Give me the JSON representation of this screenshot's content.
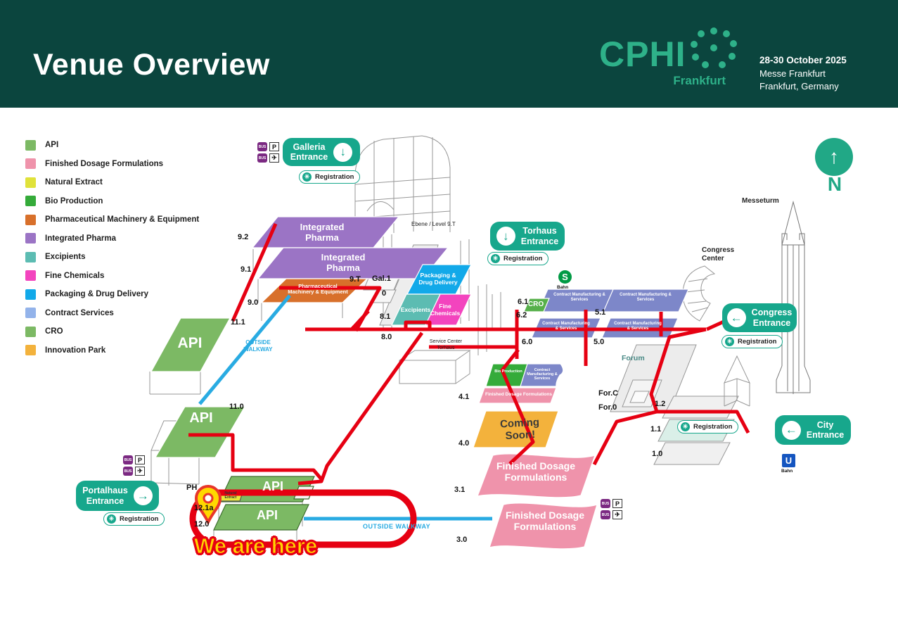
{
  "header": {
    "title": "Venue Overview",
    "brand": "CPHI",
    "brand_city": "Frankfurt",
    "event_dates": "28-30 October 2025",
    "event_venue": "Messe Frankfurt",
    "event_location": "Frankfurt, Germany"
  },
  "colors": {
    "header_bg": "#0b453e",
    "brand_green": "#2eb189",
    "entrance_green": "#17a78c",
    "route_red": "#e60012",
    "walkway_blue": "#29abe2",
    "marker_yellow": "#ffd500"
  },
  "legend": {
    "items": [
      {
        "label": "API",
        "color": "#7cb964"
      },
      {
        "label": "Finished Dosage Formulations",
        "color": "#ef93ab"
      },
      {
        "label": "Natural Extract",
        "color": "#e0e23a"
      },
      {
        "label": "Bio Production",
        "color": "#35ab3a"
      },
      {
        "label": "Pharmaceutical Machinery & Equipment",
        "color": "#d8702b"
      },
      {
        "label": "Integrated Pharma",
        "color": "#9b74c5"
      },
      {
        "label": "Excipients",
        "color": "#5cbcb2"
      },
      {
        "label": "Fine Chemicals",
        "color": "#f344be"
      },
      {
        "label": "Packaging & Drug Delivery",
        "color": "#12a9e9"
      },
      {
        "label": "Contract Services",
        "color": "#93b3ea"
      },
      {
        "label": "CRO",
        "color": "#7cb964"
      },
      {
        "label": "Innovation Park",
        "color": "#f3b23c"
      }
    ]
  },
  "compass": {
    "label": "N"
  },
  "icons": {
    "arrow_down": "↓",
    "arrow_left": "←",
    "arrow_right": "→",
    "arrow_up": "↑",
    "registration": "✳"
  },
  "entrances": {
    "word": "Entrance",
    "galleria": "Galleria",
    "torhaus": "Torhaus",
    "congress": "Congress",
    "city": "City",
    "portalhaus": "Portalhaus"
  },
  "registration": {
    "label": "Registration"
  },
  "transit": {
    "bus": "BUS",
    "parking": "P",
    "plane": "✈",
    "sbahn_letter": "S",
    "ubahn_letter": "U",
    "bahn": "Bahn"
  },
  "landmarks": {
    "messeturm": "Messeturm",
    "congress_center": "Congress Center",
    "forum": "Forum",
    "service_center": "Service Center Torhaus",
    "level": "Ebene / Level 9.T",
    "outside_walkway": "OUTSIDE WALKWAY"
  },
  "halls": {
    "api": "API",
    "integrated_pharma": "Integrated Pharma",
    "pharma_machinery": "Pharmaceutical Machinery & Equipment",
    "packaging": "Packaging & Drug Delivery",
    "excipients": "Excipients",
    "fine_chemicals": "Fine Chemicals",
    "contract_manufacturing": "Contract Manufacturing & Services",
    "cro": "CRO",
    "bio_production": "Bio Production",
    "finished_dosage": "Finished Dosage Formulations",
    "natural_extract": "Natural Extract",
    "coming_soon": "Coming Soon!"
  },
  "hall_numbers": {
    "h9_2": "9.2",
    "h9_1": "9.1",
    "h9_0": "9.0",
    "h9_t": "9.T",
    "gal_1": "Gal.1",
    "h0": "0",
    "h8_1": "8.1",
    "h8_0": "8.0",
    "h11_1": "11.1",
    "h11_0": "11.0",
    "h6_1": "6.1",
    "h6_2": "6.2",
    "h6_0": "6.0",
    "h5_1": "5.1",
    "h5_0": "5.0",
    "h4_1": "4.1",
    "h4_0": "4.0",
    "h3_1": "3.1",
    "h3_0": "3.0",
    "for_c": "For.C",
    "for_0": "For.0",
    "h1_2": "1.2",
    "h1_1": "1.1",
    "h1_0": "1.0",
    "ph": "PH",
    "h12_1a": "12.1a",
    "h12_0": "12.0"
  },
  "marker": {
    "we_are_here": "We are here"
  }
}
